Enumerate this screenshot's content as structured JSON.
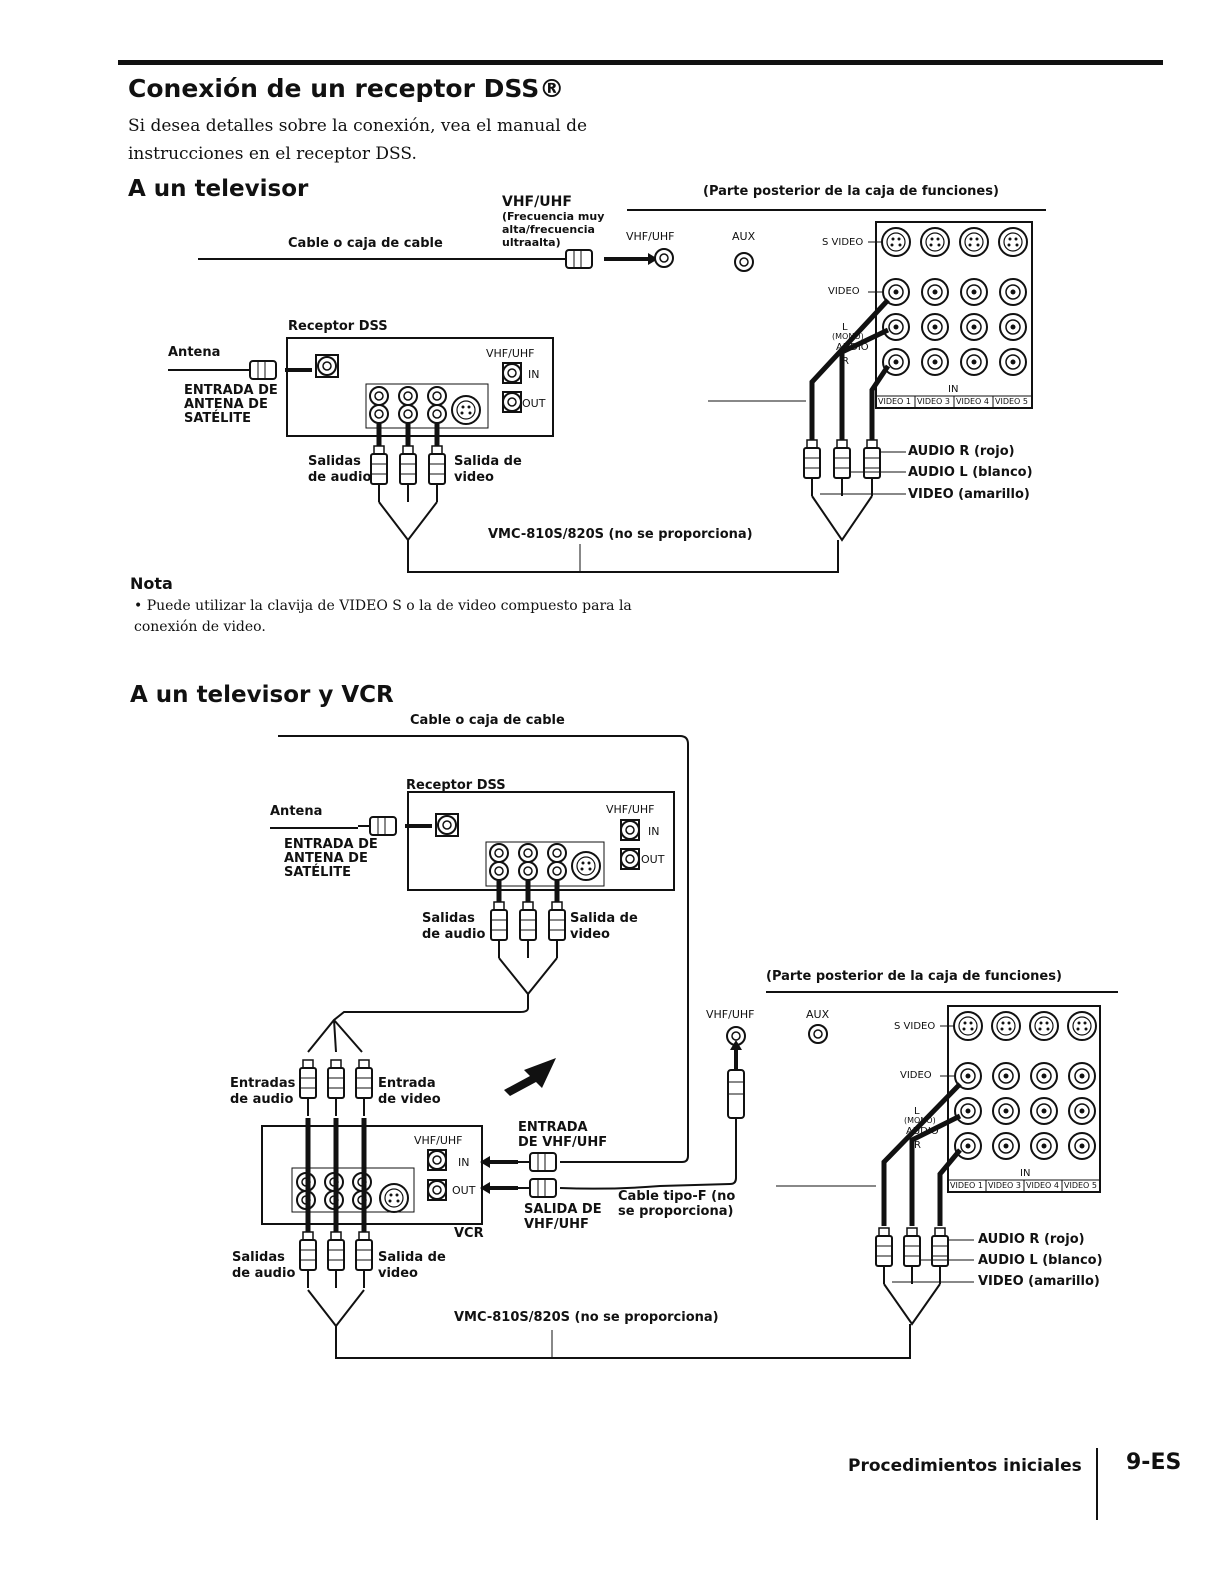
{
  "page": {
    "title": "Conexión de un receptor DSS®",
    "intro": "Si desea detalles sobre la conexión, vea el manual de instrucciones en el receptor DSS.",
    "footer_section": "Procedimientos iniciales",
    "page_number": "9-ES"
  },
  "section1": {
    "heading": "A un televisor",
    "labels": {
      "vhf_uhf_title": "VHF/UHF",
      "vhf_uhf_desc": "(Frecuencia muy alta/frecuencia ultraalta)",
      "cable_box": "Cable o caja de cable",
      "rear_panel": "(Parte posterior de la caja de funciones)",
      "tv_vhf_uhf": "VHF/UHF",
      "aux": "AUX",
      "s_video": "S VIDEO",
      "video": "VIDEO",
      "audio_l": "L",
      "audio_mono": "(MONO)",
      "audio_word": "AUDIO",
      "audio_r": "R",
      "in": "IN",
      "video_inputs": [
        "VIDEO 1",
        "VIDEO 3",
        "VIDEO 4",
        "VIDEO 5"
      ],
      "dss_receiver": "Receptor DSS",
      "antenna": "Antena",
      "sat_input": "ENTRADA DE ANTENA DE SATÉLITE",
      "dss_vhf_uhf": "VHF/UHF",
      "dss_in": "IN",
      "dss_out": "OUT",
      "audio_outputs": "Salidas de audio",
      "video_output": "Salida de video",
      "audio_r_red": "AUDIO R (rojo)",
      "audio_l_white": "AUDIO L (blanco)",
      "video_yellow": "VIDEO (amarillo)",
      "cable_model": "VMC-810S/820S (no se proporciona)"
    }
  },
  "nota": {
    "heading": "Nota",
    "item": "• Puede utilizar la clavija de VIDEO S o la de video compuesto para la conexión de video."
  },
  "section2": {
    "heading": "A un televisor y VCR",
    "labels": {
      "cable_box": "Cable o caja de cable",
      "dss_receiver": "Receptor DSS",
      "antenna": "Antena",
      "sat_input": "ENTRADA DE ANTENA DE SATÉLITE",
      "dss_vhf_uhf": "VHF/UHF",
      "dss_in": "IN",
      "dss_out": "OUT",
      "audio_outputs": "Salidas de audio",
      "video_output": "Salida de video",
      "rear_panel": "(Parte posterior de la caja de funciones)",
      "tv_vhf_uhf": "VHF/UHF",
      "aux": "AUX",
      "s_video": "S VIDEO",
      "video": "VIDEO",
      "audio_l": "L",
      "audio_mono": "(MONO)",
      "audio_word": "AUDIO",
      "audio_r": "R",
      "in": "IN",
      "video_inputs": [
        "VIDEO 1",
        "VIDEO 3",
        "VIDEO 4",
        "VIDEO 5"
      ],
      "audio_inputs": "Entradas de audio",
      "video_input": "Entrada de video",
      "vcr_vhf_uhf": "VHF/UHF",
      "vcr_in": "IN",
      "vcr_out": "OUT",
      "vcr": "VCR",
      "vhf_uhf_in": "ENTRADA DE VHF/UHF",
      "vhf_uhf_out": "SALIDA DE VHF/UHF",
      "f_cable": "Cable tipo-F (no se proporciona)",
      "vcr_audio_outputs": "Salidas de audio",
      "vcr_video_output": "Salida de video",
      "audio_r_red": "AUDIO R (rojo)",
      "audio_l_white": "AUDIO L (blanco)",
      "video_yellow": "VIDEO (amarillo)",
      "cable_model": "VMC-810S/820S (no se proporciona)"
    }
  }
}
